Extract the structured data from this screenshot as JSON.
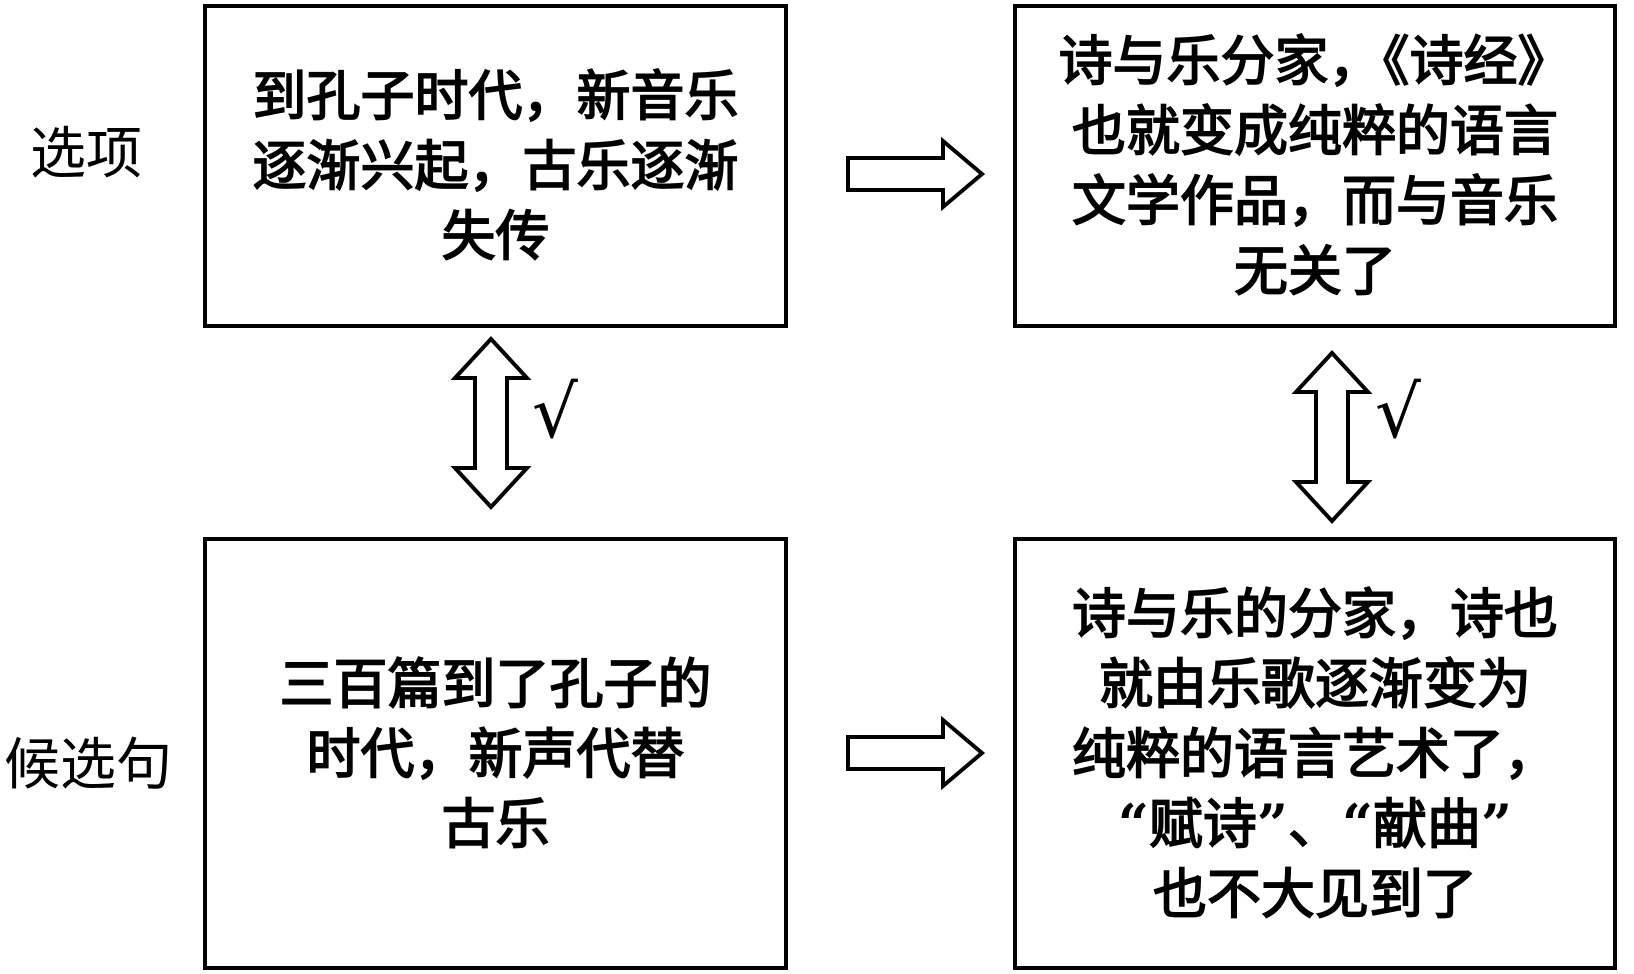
{
  "labels": {
    "top": "选项",
    "bottom": "候选句"
  },
  "boxes": {
    "top_left": {
      "lines": [
        "到孔子时代，新音乐",
        "逐渐兴起，古乐逐渐",
        "失传"
      ]
    },
    "top_right": {
      "lines": [
        "诗与乐分家，《诗经》",
        "也就变成纯粹的语言",
        "文学作品，而与音乐",
        "无关了"
      ]
    },
    "bottom_left": {
      "lines": [
        "三百篇到了孔子的",
        "时代，新声代替",
        "古乐"
      ]
    },
    "bottom_right": {
      "lines": [
        "诗与乐的分家，诗也",
        "就由乐歌逐渐变为",
        "纯粹的语言艺术了，",
        "“赋诗”、“献曲”",
        "也不大见到了"
      ]
    }
  },
  "marks": {
    "left_check": "√",
    "right_check": "√"
  }
}
